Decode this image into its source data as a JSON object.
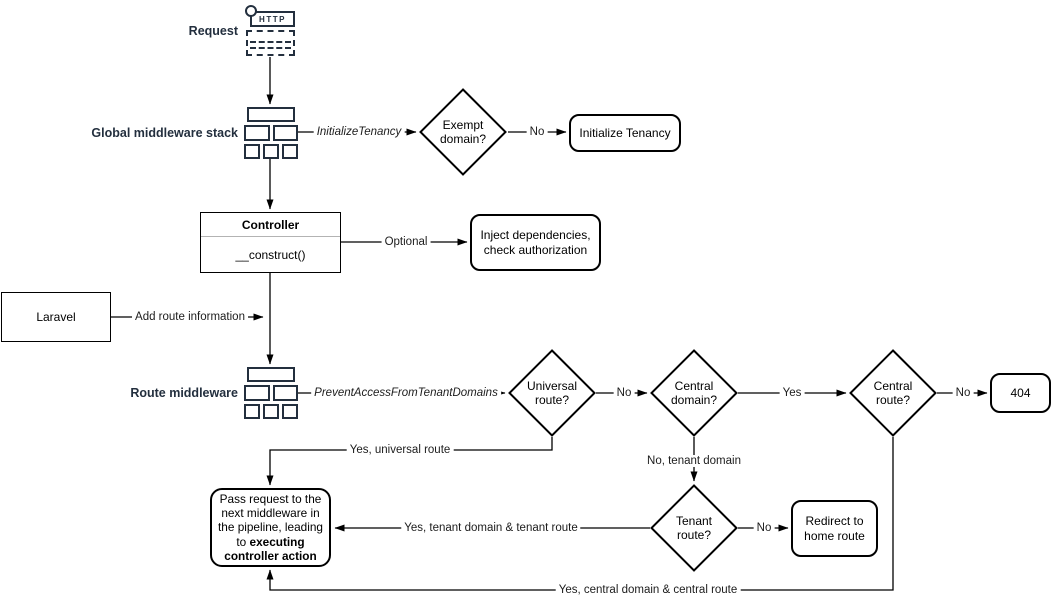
{
  "colors": {
    "accent_navy": "#232F3E",
    "stroke": "#000000",
    "background": "#ffffff"
  },
  "nodes": {
    "request": {
      "label": "Request",
      "icon_text": "HTTP"
    },
    "global_middleware": {
      "label": "Global middleware stack"
    },
    "exempt_domain": {
      "label": "Exempt domain?"
    },
    "initialize_tenancy": {
      "label": "Initialize Tenancy"
    },
    "controller": {
      "title": "Controller",
      "method": "__construct()"
    },
    "inject_dependencies": {
      "label": "Inject dependencies, check authorization"
    },
    "laravel": {
      "label": "Laravel"
    },
    "route_middleware": {
      "label": "Route middleware"
    },
    "universal_route": {
      "label": "Universal route?"
    },
    "central_domain": {
      "label": "Central domain?"
    },
    "central_route": {
      "label": "Central route?"
    },
    "not_found": {
      "label": "404"
    },
    "tenant_route": {
      "label": "Tenant route?"
    },
    "redirect_home": {
      "label": "Redirect to home route"
    },
    "pass_request": {
      "text": "Pass request to the next middleware in the pipeline, leading to ",
      "bold": "executing controller action"
    }
  },
  "edges": {
    "initialize_tenancy_middleware": "InitializeTenancy",
    "exempt_no": "No",
    "optional": "Optional",
    "add_route_information": "Add route information",
    "prevent_access_middleware": "PreventAccessFromTenantDomains",
    "universal_no": "No",
    "central_domain_yes": "Yes",
    "central_route_no": "No",
    "universal_yes": "Yes, universal route",
    "tenant_domain_no": "No, tenant domain",
    "tenant_route_no": "No",
    "tenant_yes": "Yes, tenant domain & tenant route",
    "central_yes": "Yes, central domain & central route"
  }
}
